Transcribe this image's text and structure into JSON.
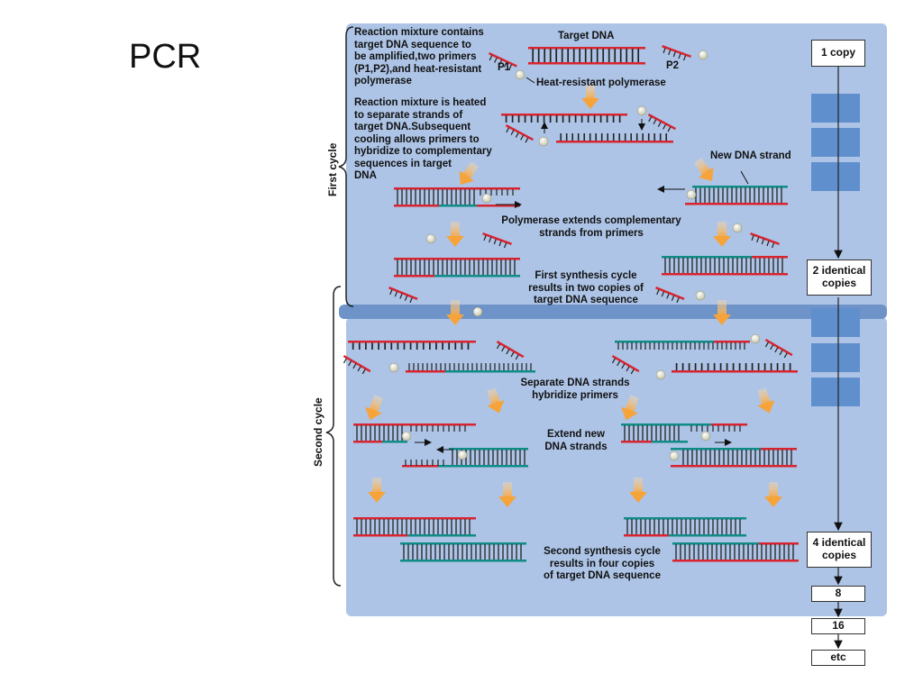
{
  "slide": {
    "title": "PCR"
  },
  "labels": {
    "step1": "Reaction mixture contains\ntarget DNA sequence to\nbe amplified,two primers\n(P1,P2),and heat-resistant\npolymerase",
    "target_dna": "Target DNA",
    "p1": "P1",
    "p2": "P2",
    "polymerase": "Heat-resistant polymerase",
    "step2": "Reaction mixture is heated\nto separate strands of\ntarget DNA.Subsequent\ncooling allows primers to\nhybridize to complementary\nsequences in target\nDNA",
    "new_strand": "New DNA strand",
    "extends": "Polymerase extends complementary\nstrands from primers",
    "first_cycle_result": "First synthesis cycle\nresults in two copies of\ntarget DNA sequence",
    "separate": "Separate DNA strands\nhybridize primers",
    "extend_new": "Extend new\nDNA strands",
    "second_cycle_result": "Second synthesis cycle\nresults in four copies\nof target DNA sequence",
    "first_cycle": "First cycle",
    "second_cycle": "Second cycle"
  },
  "copies": {
    "one": "1 copy",
    "two": "2 identical\ncopies",
    "four": "4 identical\ncopies",
    "eight": "8",
    "sixteen": "16",
    "etc": "etc"
  },
  "colors": {
    "panel": "#adc4e6",
    "target_strand": "#d9242f",
    "new_strand": "#0f8c86",
    "arrow": "#f6a33a",
    "polymerase": "#e6e6d2",
    "copy_square": "#5f8fcc"
  }
}
